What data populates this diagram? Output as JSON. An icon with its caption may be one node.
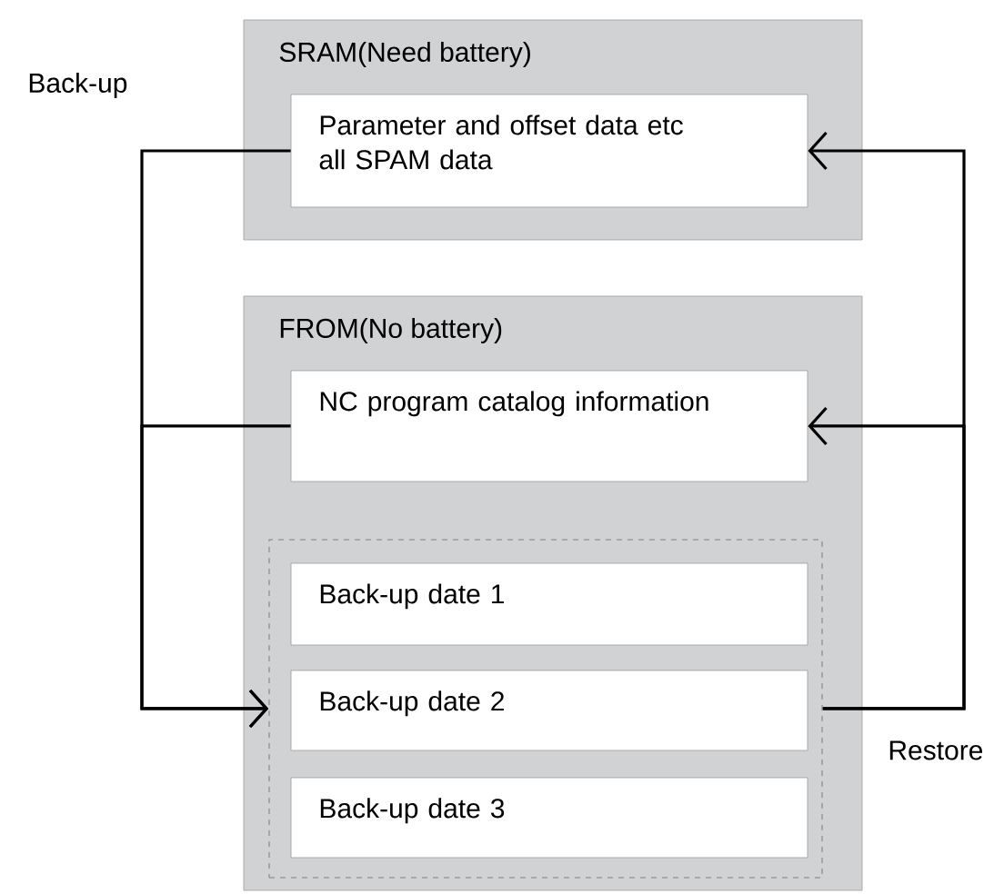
{
  "diagram": {
    "nodes": [
      {
        "text": [
          "SRAM(Need battery)"
        ]
      },
      {
        "text": [
          "Parameter and offset data etc all SPAM data"
        ],
        "in": 0
      },
      {
        "text": [
          "FROM(No battery)"
        ]
      },
      {
        "text": [
          "NC program catalog information"
        ],
        "in": 2
      },
      {
        "text": [],
        "shape": "box",
        "in": 2
      },
      {
        "text": [
          "Back-up date 1"
        ],
        "in": 4
      },
      {
        "text": [
          "Back-up date 2"
        ],
        "in": 4
      },
      {
        "text": [
          "Back-up date 3"
        ],
        "in": 4
      }
    ],
    "edges": [
      {
        "from": 1,
        "to": 4,
        "arrow": "to"
      },
      {
        "from": 3,
        "to": 4,
        "arrow": "to"
      },
      {
        "from": 4,
        "to": 1,
        "arrow": "to"
      },
      {
        "from": 4,
        "to": 3,
        "arrow": "to"
      }
    ],
    "labels": [
      "Back-up",
      "Restore"
    ]
  }
}
